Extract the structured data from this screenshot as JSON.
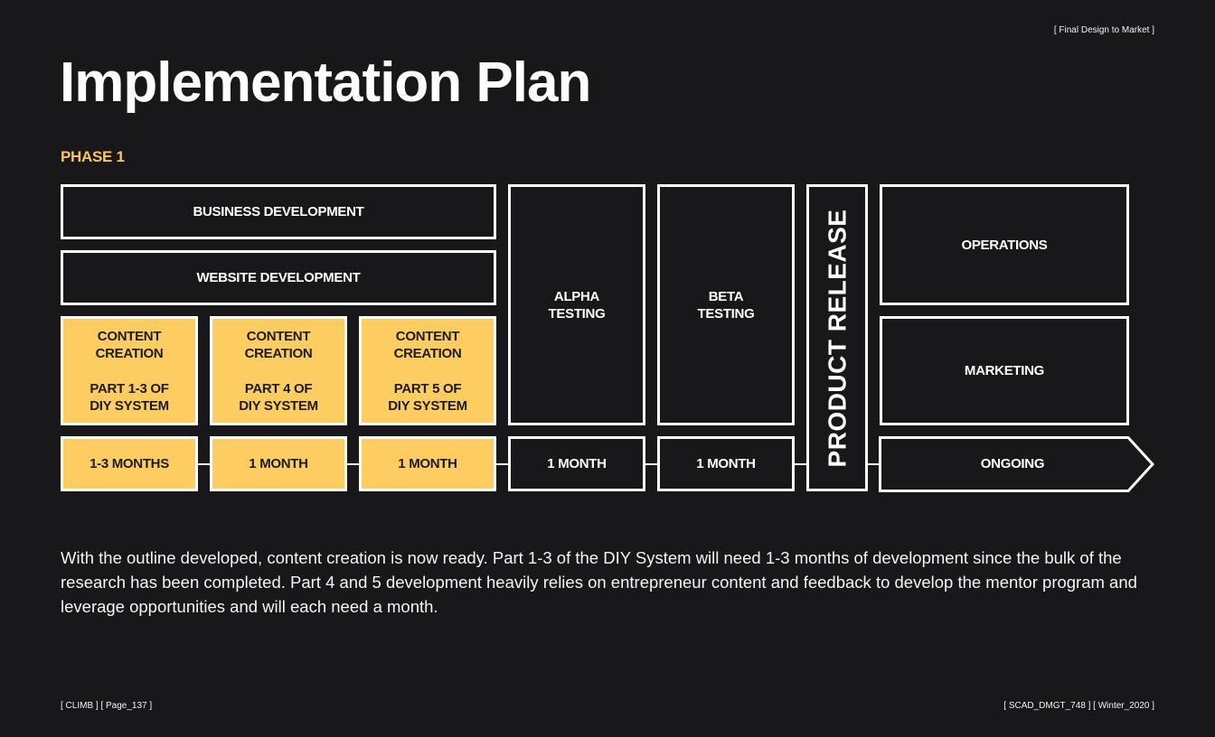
{
  "header": {
    "section_tag": "[ Final Design to Market  ]",
    "title": "Implementation Plan",
    "phase_label": "PHASE 1"
  },
  "diagram": {
    "business_development": "BUSINESS DEVELOPMENT",
    "website_development": "WEBSITE DEVELOPMENT",
    "content_blocks": [
      {
        "line1": "CONTENT",
        "line2": "CREATION",
        "line3": "PART 1-3 OF",
        "line4": "DIY SYSTEM",
        "duration": "1-3 MONTHS"
      },
      {
        "line1": "CONTENT",
        "line2": "CREATION",
        "line3": "PART 4 OF",
        "line4": "DIY SYSTEM",
        "duration": "1 MONTH"
      },
      {
        "line1": "CONTENT",
        "line2": "CREATION",
        "line3": "PART 5 OF",
        "line4": "DIY SYSTEM",
        "duration": "1 MONTH"
      }
    ],
    "alpha": {
      "line1": "ALPHA",
      "line2": "TESTING",
      "duration": "1 MONTH"
    },
    "beta": {
      "line1": "BETA",
      "line2": "TESTING",
      "duration": "1 MONTH"
    },
    "product_release": "PRODUCT RELEASE",
    "operations": "OPERATIONS",
    "marketing": "MARKETING",
    "ongoing": "ONGOING"
  },
  "description": "With the outline developed, content creation is now ready. Part 1-3 of the DIY System will need 1-3 months of development since the bulk of the research has been completed. Part 4 and 5 development heavily relies on entrepreneur content and feedback to develop the mentor program and leverage opportunities and will each need a month.",
  "footer": {
    "left": "[ CLIMB ] [ Page_137 ]",
    "right": "[ SCAD_DMGT_748 ] [ Winter_2020 ]"
  },
  "colors": {
    "background": "#18181b",
    "accent_yellow": "#fecd61",
    "phase_yellow": "#f6c763",
    "foreground": "#ffffff"
  }
}
